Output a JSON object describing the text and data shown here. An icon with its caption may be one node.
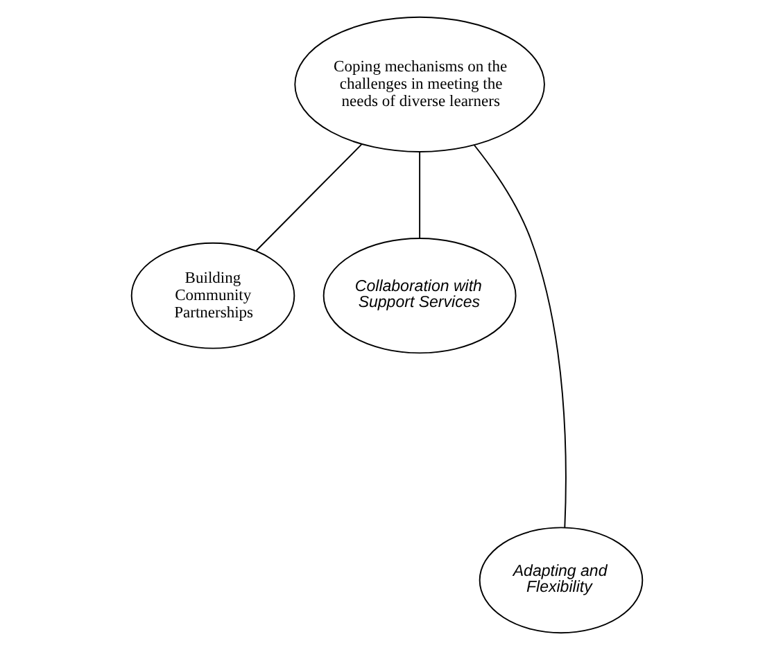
{
  "diagram": {
    "nodes": [
      {
        "text": [
          "Coping mechanisms on the challenges in meeting the needs of diverse learners"
        ]
      },
      {
        "text": [
          "Building Community Partnerships"
        ]
      },
      {
        "text": [
          "Collaboration with Support Services"
        ]
      },
      {
        "text": [
          "Adapting and Flexibility"
        ]
      }
    ],
    "edges": [
      {
        "from": 0,
        "to": 1,
        "arrow": "none"
      },
      {
        "from": 0,
        "to": 3,
        "arrow": "none"
      },
      {
        "from": 0,
        "to": 2,
        "arrow": "none"
      }
    ]
  }
}
